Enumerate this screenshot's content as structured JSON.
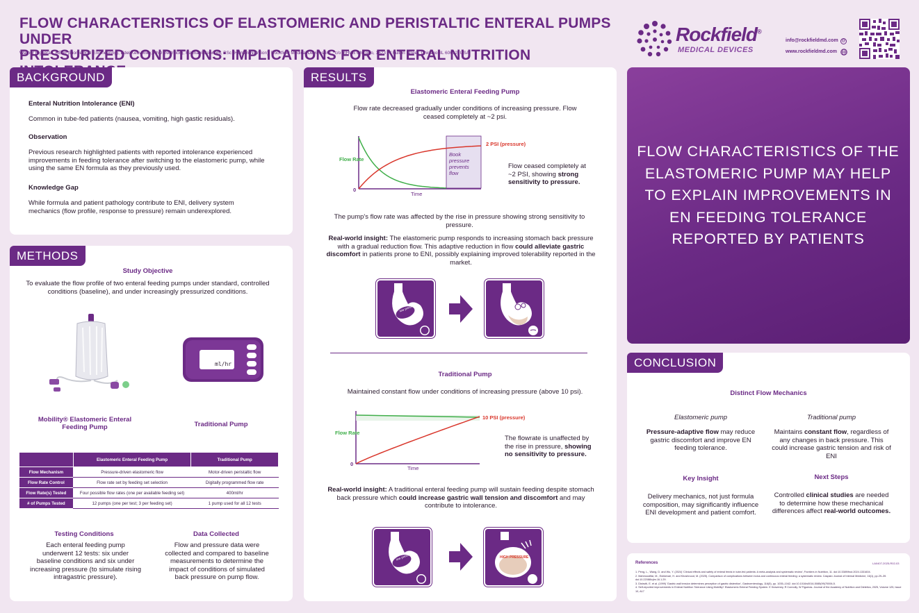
{
  "header": {
    "title_line1": "FLOW CHARACTERISTICS OF ELASTOMERIC AND PERISTALTIC ENTERAL PUMPS UNDER",
    "title_line2": "PRESSURIZED CONDITIONS: IMPLICATIONS FOR ENTERAL NUTRITION INTOLERANCE",
    "authors": "Warner Figueras, BEng (Biomedical Engineering); Edel Keaveney, PhD (Nutrition); Rachael Connolly, BSc (Human Nutrition); Rockfield Medical Devices Inc., c/o mHUB Chicago, 1623 W Fulton Street, Chicago, IL 60612, USA",
    "logo_main": "Rockfield",
    "logo_registered": "®",
    "logo_sub": "MEDICAL DEVICES",
    "email": "info@rockfieldmd.com",
    "website": "www.rockfieldmd.com"
  },
  "background": {
    "tab": "BACKGROUND",
    "h1": "Enteral Nutrition Intolerance (ENI)",
    "p1": "Common in tube-fed patients (nausea, vomiting, high gastic residuals).",
    "h2": "Observation",
    "p2": "Previous research highlighted patients with reported intolerance experienced improvements in feeding tolerance after switching to the elastomeric pump, while using the same EN formula as they previously used.",
    "h3": "Knowledge Gap",
    "p3": "While formula and patient pathology contribute to ENI, delivery system mechanics (flow profile, response to pressure) remain underexplored."
  },
  "methods": {
    "tab": "METHODS",
    "objective_title": "Study Objective",
    "objective_text": "To evaluate the flow profile of two enteral feeding pumps under standard, controlled conditions (baseline), and under increasingly pressurized conditions.",
    "pump_display": "ml/hr",
    "label_elasto": "Mobility® Elastomeric Enteral Feeding Pump",
    "label_trad": "Traditional Pump",
    "table": {
      "headers": [
        "",
        "Elastomeric Enteral Feeding Pump",
        "Traditional Pump"
      ],
      "rows": [
        [
          "Flow Mechanism",
          "Pressure-driven elastomeric flow",
          "Motor-driven peristaltic flow"
        ],
        [
          "Flow Rate Control",
          "Flow rate set by feeding set selection",
          "Digitally programmed flow rate"
        ],
        [
          "Flow Rate(s) Tested",
          "Four possible flow rates (one per available feeding set)",
          "400ml/hr"
        ],
        [
          "# of Pumps Tested",
          "12 pumps (one per test; 3 per feeding set)",
          "1 pump used for all 12 tests"
        ]
      ]
    },
    "testing_title": "Testing Conditions",
    "testing_text": "Each enteral feeding pump underwent 12 tests: six under baseline conditions and six under increasing pressure (to simulate rising intragastric pressure).",
    "data_title": "Data Collected",
    "data_text": "Flow and pressure data were collected and compared to baseline measurements to determine the impact of conditions of simulated back pressure on pump flow."
  },
  "results": {
    "tab": "RESULTS",
    "elasto_title": "Elastomeric Enteral Feeding Pump",
    "elasto_intro": "Flow rate decreased gradually under conditions of increasing pressure. Flow ceased completely at ~2 psi.",
    "elasto_note_a": "Flow ceased completely at ~2 PSI, showing ",
    "elasto_note_b": "strong sensitivity to pressure.",
    "elasto_mid": "The pump's flow rate was affected by the rise in pressure showing strong sensitivity to pressure.",
    "elasto_insight_a": "Real-world insight:",
    "elasto_insight_b": " The elastomeric pump responds to increasing stomach back pressure with a gradual reduction flow. This adaptive reduction in flow ",
    "elasto_insight_c": "could alleviate gastric discomfort",
    "elasto_insight_d": " in patients prone to ENI, possibly explaining improved tolerability reported in the market.",
    "trad_title": "Traditional Pump",
    "trad_intro": "Maintained constant flow under conditions of increasing pressure (above 10 psi).",
    "trad_note_a": "The flowrate is unaffected by the rise in pressure, ",
    "trad_note_b": "showing no sensitivity to pressure.",
    "trad_insight_a": "Real-world insight:",
    "trad_insight_b": " A traditional enteral feeding pump will sustain feeding despite stomach back pressure which ",
    "trad_insight_c": "could increase gastric wall tension and discomfort",
    "trad_insight_d": " and may contribute to intolerance.",
    "stomach_label1": "low pressure",
    "stomach_label2": "HIGH PRESSURE"
  },
  "chart_data": [
    {
      "type": "line",
      "xlabel": "Time",
      "ylabel": "Flow Rate",
      "origin_label": "0",
      "annotation": "2 PSI (pressure)",
      "shaded_label": "Book pressure prevents flow",
      "series": [
        {
          "name": "",
          "color": "#3fae49",
          "shape": "exponential decay to zero"
        },
        {
          "name": "2 PSI (pressure)",
          "color": "#d9362b",
          "shape": "rising to plateau"
        }
      ]
    },
    {
      "type": "line",
      "xlabel": "Time",
      "ylabel": "Flow Rate",
      "origin_label": "0",
      "annotation": "10 PSI (pressure)",
      "series": [
        {
          "name": "",
          "color": "#3fae49",
          "shape": "constant"
        },
        {
          "name": "10 PSI (pressure)",
          "color": "#d9362b",
          "shape": "linear rise"
        }
      ]
    }
  ],
  "headline": {
    "text": "FLOW CHARACTERISTICS OF THE ELASTOMERIC PUMP MAY HELP TO EXPLAIN IMPROVEMENTS IN EN FEEDING TOLERANCE REPORTED BY PATIENTS"
  },
  "conclusion": {
    "tab": "CONCLUSION",
    "title": "Distinct Flow Mechanics",
    "col1_title": "Elastomeric pump",
    "col1_a": "Pressure-adaptive flow",
    "col1_b": " may reduce gastric discomfort and improve EN feeding tolerance.",
    "col2_title": "Traditional pump",
    "col2_a": "Maintains ",
    "col2_b": "constant flow",
    "col2_c": ", regardless of any changes in back pressure. This could increase gastric tension and risk of ENI",
    "key_title": "Key Insight",
    "key_text": "Delivery mechanics, not just formula composition, may significantly influence ENI development and patient comfort.",
    "next_title": "Next Steps",
    "next_a": "Controlled ",
    "next_b": "clinical studies",
    "next_c": " are needed to determine how these mechanical differences affect ",
    "next_d": "real-world outcomes."
  },
  "references": {
    "title": "References",
    "code": "LA0407-2025-R02-03",
    "items": [
      "1.   Peng, L., Wang, D. and Wu, Y. (2024) 'Clinical effects and safety of enteral feeds in tube-fed patients: A meta-analysis and systematic review', Frontiers in Nutrition, 11. doi:10.3389/fnut.2024.1331604.",
      "2.   Mahmoodifar, M., Eshkevari, H. and Khoshnood, M. (2025). Comparison of complications between bolus and continuous enteral feeding: a systematic review. Caspian Journal of Internal Medicine, 16(1), pp.29–39. doi:10.22088/cjim.16.1.29.",
      "3.   Distrutti, E. et al. (1999) 'Gastric wall tension determines perception of gastric distention', Gastroenterology, 116(5), pp. 1035–1042. doi:10.1016/s0016-5085(99)70006-5.",
      "4.   Self-reported improvements in Enteral Nutrition Tolerance Using Mobility+ Elastomeric Enteral Feeding System. E Keaveney, R Connolly, W Figueras. Journal of the Academy of Nutrition and Dietetics, 2025, Volume 125, Issue 10, A17"
    ]
  }
}
